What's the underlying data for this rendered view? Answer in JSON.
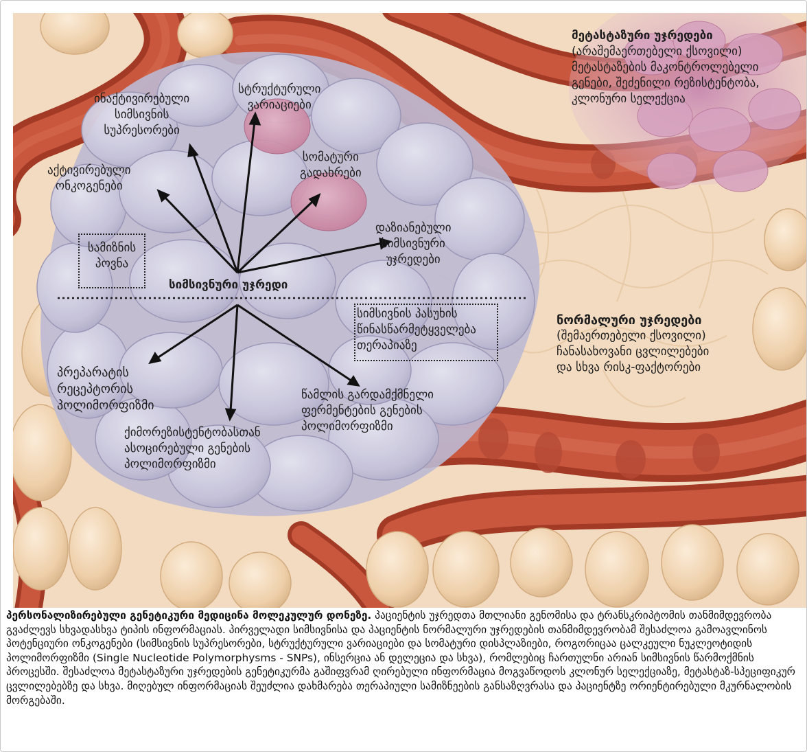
{
  "labels": {
    "metastatic_title": "მეტასტაზური უჯრედები",
    "metastatic_l1": "(არაშემაერთებელი ქსოვილი)",
    "metastatic_l2": "მეტასტაზების მაკონტროლებელი",
    "metastatic_l3": "გენები, შეძენილი რეზისტენტობა,",
    "metastatic_l4": "კლონური სელექცია",
    "normal_title": "ნორმალური უჯრედები",
    "normal_l1": "(შემაერთებელი ქსოვილი)",
    "normal_l2": "ჩანასახოვანი ცვლილებები",
    "normal_l3": "და სხვა რისკ-ფაქტორები",
    "cancer_cell": "სიმსივნური უჯრედი",
    "inactivated_l1": "ინაქტივირებული",
    "inactivated_l2": "სიმსივნის",
    "inactivated_l3": "სუპრესორები",
    "structural_l1": "სტრუქტურული",
    "structural_l2": "ვარიაციები",
    "somatic_l1": "სომატური",
    "somatic_l2": "გადახრები",
    "activated_l1": "აქტივირებული",
    "activated_l2": "ონკოგენები",
    "target_l1": "სამიზნის",
    "target_l2": "პოვნა",
    "damaged_l1": "დაზიანებული",
    "damaged_l2": "სიმსივნური",
    "damaged_l3": "უჯრედები",
    "response_l1": "სიმსივნის პასუხის",
    "response_l2": "წინასწარმეტყველება",
    "response_l3": "თერაპიაზე",
    "receptor_l1": "პრეპარატის",
    "receptor_l2": "რეცეპტორის",
    "receptor_l3": "პოლიმორფიზმი",
    "chemo_l1": "ქიმორეზისტენტობასთან",
    "chemo_l2": "ასოცირებული გენების",
    "chemo_l3": "პოლიმორფიზმი",
    "enzyme_l1": "წამლის გარდამქმნელი",
    "enzyme_l2": "ფერმენტების გენების",
    "enzyme_l3": "პოლიმორფიზმი"
  },
  "caption": {
    "title": "პერსონალიზირებული გენეტიკური მედიცინა მოლეკულურ დონეზე.",
    "body": " პაციენტის უჯრედთა მთლიანი გენომისა და ტრანსკრიპტომის თანმიმდევრობა გვაძლევს სხვადასხვა ტიპის ინფორმაციას. პირველადი სიმსივნისა და პაციენტის ნორმალური უჯრედების თანმიმდევრობამ შესაძლოა გამოავლინოს პოტენციური ონკოგენები (სიმსივნის სუპრესორები, სტრუქტურული ვარიაციები და სომატური დისპლაზიები, როგორიცაა ცალკეული ნუკლეოტიდის პოლიმორფიზმი (Single Nucleotide Polymorphysms - SNPs), ინსერცია ან დელეცია და სხვა), რომლებიც ჩართულნი არიან სიმსივნის წარმოქმნის პროცესში. შესაძლოა მეტასტაზური უჯრედების გენეტიკურმა გაშიფვრამ ღირებული ინფორმაცია მოგვაწოდოს კლონურ სელექციაზე, მეტასტაზ-სპეციფიკურ ცვლილებებზე და სხვა. მიღებულ ინფორმაციას შეუძლია დახმარება თერაპიული სამიზნეების განსაზღვრასა და პაციენტზე ორიენტირებული მკურნალობის მორგებაში."
  },
  "colors": {
    "background_tissue": "#f3dcc1",
    "vessel": "#b8442c",
    "fat_cell": "#efd0a8",
    "tumor_cell": "#c9c6db",
    "somatic_cell": "#cf8fa8",
    "metastatic": "#c98cb0"
  }
}
